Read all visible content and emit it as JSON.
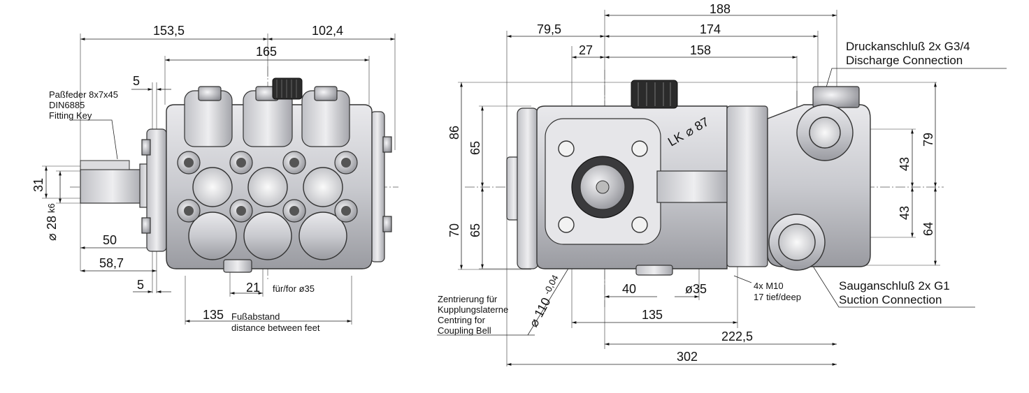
{
  "front_view": {
    "dim_153_5": "153,5",
    "dim_102_4": "102,4",
    "dim_165": "165",
    "dim_5_top": "5",
    "dim_31": "31",
    "dim_28": "28",
    "dim_28_tol": "k6",
    "dim_28_prefix": "⌀",
    "dim_50": "50",
    "dim_58_7": "58,7",
    "dim_5_bottom": "5",
    "dim_21": "21",
    "for_35": "für/for ø35",
    "dim_135": "135",
    "foot_de": "Fußabstand",
    "foot_en": "distance between feet",
    "key_line1": "Paßfeder 8x7x45",
    "key_line2": "DIN6885",
    "key_line3": "Fitting Key"
  },
  "side_view": {
    "dim_188": "188",
    "dim_79_5": "79,5",
    "dim_174": "174",
    "dim_27": "27",
    "dim_158": "158",
    "dim_86": "86",
    "dim_65_top": "65",
    "dim_70": "70",
    "dim_65_bottom": "65",
    "lk": "LK",
    "lk_value": "87",
    "lk_prefix": "⌀",
    "dim_79": "79",
    "dim_43_top": "43",
    "dim_43_bottom": "43",
    "dim_64": "64",
    "dim_40": "40",
    "dim_35": "ø35",
    "dim_135": "135",
    "dim_222_5": "222,5",
    "dim_302": "302",
    "dim_110": "110",
    "dim_110_tol": "-0,04",
    "dim_110_prefix": "⌀",
    "m10_line1": "4x M10",
    "m10_line2": "17 tief/deep",
    "centring_line1": "Zentrierung für",
    "centring_line2": "Kupplungslaterne",
    "centring_line3": "Centring for",
    "centring_line4": "Coupling Bell",
    "discharge_de": "Druckanschluß 2x G3/4",
    "discharge_en": "Discharge Connection",
    "suction_de": "Sauganschluß 2x G1",
    "suction_en": "Suction Connection"
  }
}
